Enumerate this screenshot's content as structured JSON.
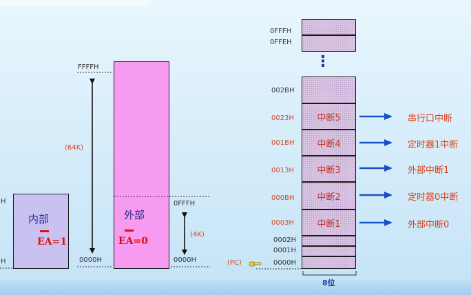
{
  "left_labels": {
    "ffffh": "FFFFH",
    "size64k": "(64K)",
    "h_top": "H",
    "h_bottom": "H",
    "left_0000h": "0000H",
    "right_0fffh": "0FFFH",
    "size4k": "(4K)",
    "right_0000h": "0000H"
  },
  "internal": {
    "label": "内部",
    "ea": "EA=1"
  },
  "external": {
    "label": "外部",
    "ea": "EA=0"
  },
  "memory_map": {
    "top_cells": [
      {
        "addr": "0FFFH"
      },
      {
        "addr": "0FFEH"
      }
    ],
    "dots": "⋮",
    "cell_002b": {
      "addr": "002BH"
    },
    "interrupt_rows": [
      {
        "addr": "0023H",
        "cell": "中断5",
        "target": "串行口中断"
      },
      {
        "addr": "001BH",
        "cell": "中断4",
        "target": "定时器1中断"
      },
      {
        "addr": "0013H",
        "cell": "中断3",
        "target": "外部中断1"
      },
      {
        "addr": "000BH",
        "cell": "中断2",
        "target": "定时器0中断"
      },
      {
        "addr": "0003H",
        "cell": "中断1",
        "target": "外部中断0"
      }
    ],
    "bottom_cells": [
      {
        "addr": "0002H"
      },
      {
        "addr": "0001H"
      },
      {
        "addr": "0000H"
      }
    ],
    "pc_label": "(PC)",
    "width_label": "8位"
  }
}
